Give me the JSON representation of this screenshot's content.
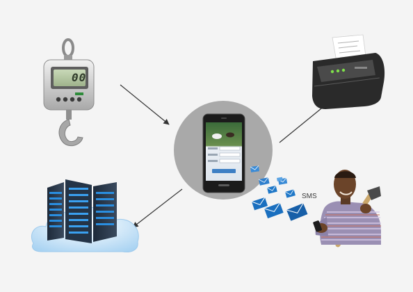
{
  "labels": {
    "sms": "SMS",
    "scale_display": "00"
  },
  "colors": {
    "background": "#f4f4f4",
    "hub_circle": "#a9a9a9",
    "arrow": "#333333",
    "envelope": "#1f78c8",
    "server_blue": "#2a8ee0",
    "cloud": "#cfe6f7"
  },
  "nodes": [
    {
      "id": "hanging-scale",
      "icon": "hanging-scale-icon"
    },
    {
      "id": "smartphone",
      "icon": "smartphone-icon"
    },
    {
      "id": "receipt-printer",
      "icon": "printer-icon"
    },
    {
      "id": "cloud-servers",
      "icon": "server-cloud-icon"
    },
    {
      "id": "farmer",
      "icon": "person-with-phone-icon"
    }
  ],
  "edges": [
    {
      "from": "hanging-scale",
      "to": "smartphone"
    },
    {
      "from": "smartphone",
      "to": "receipt-printer"
    },
    {
      "from": "smartphone",
      "to": "cloud-servers"
    },
    {
      "from": "smartphone",
      "to": "farmer"
    }
  ]
}
